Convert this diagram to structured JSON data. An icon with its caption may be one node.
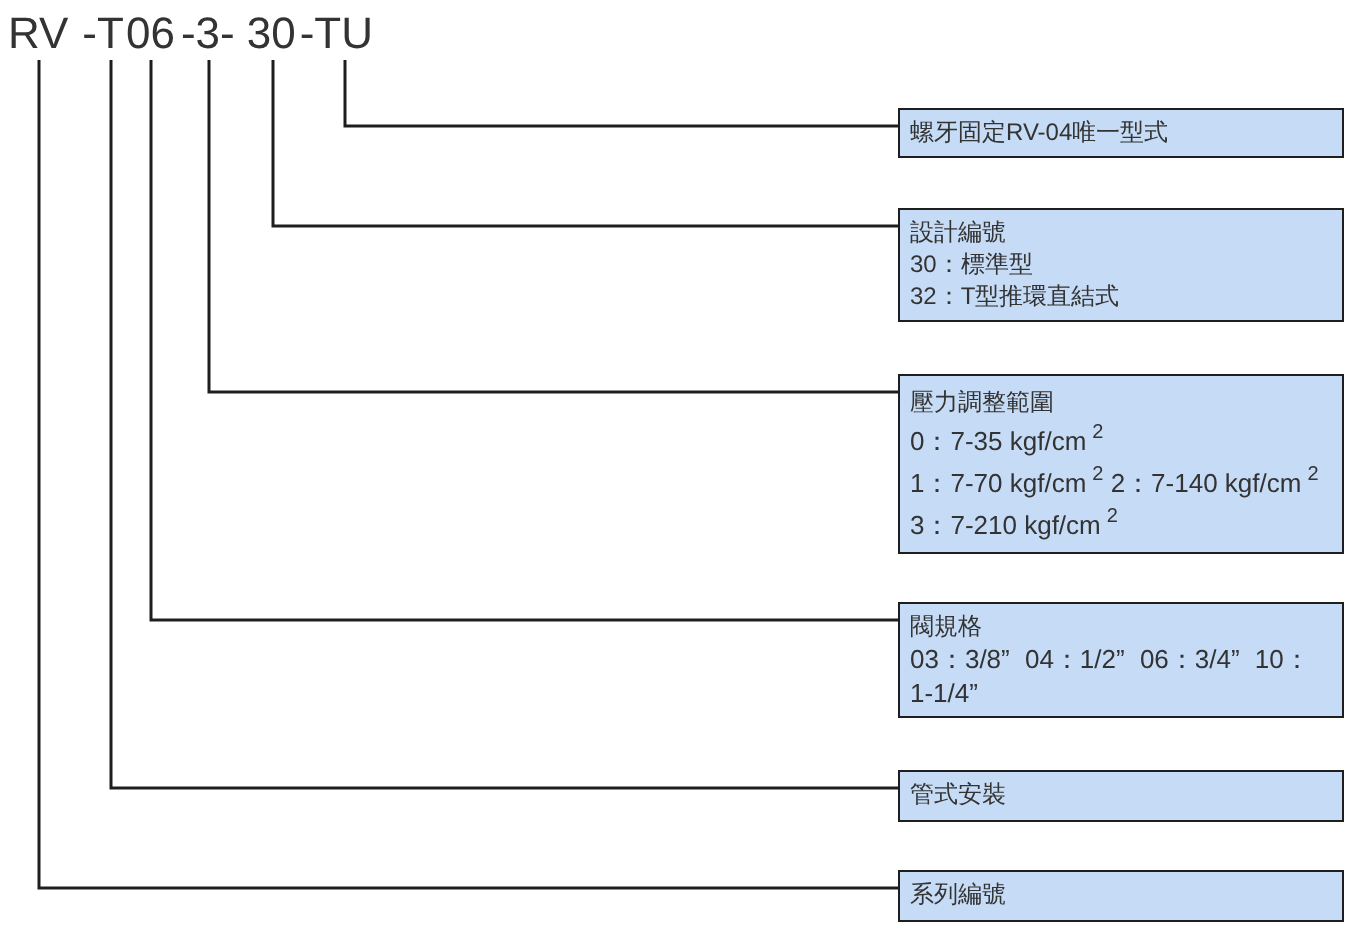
{
  "diagram": {
    "nodes": [
      {
        "text": [
          "RV"
        ]
      },
      {
        "text": [
          "T"
        ]
      },
      {
        "text": [
          "06"
        ]
      },
      {
        "text": [
          "3"
        ]
      },
      {
        "text": [
          "30"
        ]
      },
      {
        "text": [
          "TU"
        ]
      },
      {
        "text": [
          "螺牙固定RV-04唯一型式"
        ]
      },
      {
        "text": [
          "設計編號",
          "30：標準型",
          "32：T型推環直結式"
        ]
      },
      {
        "text": [
          "壓力調整範圍",
          "0：7-35 kgf/cm$^{2}$",
          "1：7-70 kgf/cm$^{2}$ 2：7-140 kgf/cm$^{2}$",
          "3：7-210 kgf/cm$^{2}$"
        ]
      },
      {
        "text": [
          "閥規格",
          "03：3/8” 04：1/2” 06：3/4” 10：1-1/4”"
        ]
      },
      {
        "text": [
          "管式安裝"
        ]
      },
      {
        "text": [
          "系列編號"
        ]
      }
    ],
    "edges": [
      {
        "from": 5,
        "to": 6,
        "arrow": "none"
      },
      {
        "from": 4,
        "to": 7,
        "arrow": "none"
      },
      {
        "from": 3,
        "to": 8,
        "arrow": "none"
      },
      {
        "from": 2,
        "to": 9,
        "arrow": "none"
      },
      {
        "from": 1,
        "to": 10,
        "arrow": "none"
      },
      {
        "from": 0,
        "to": 11,
        "arrow": "none"
      }
    ],
    "labels": [
      "-",
      "-",
      "-",
      "-"
    ]
  }
}
